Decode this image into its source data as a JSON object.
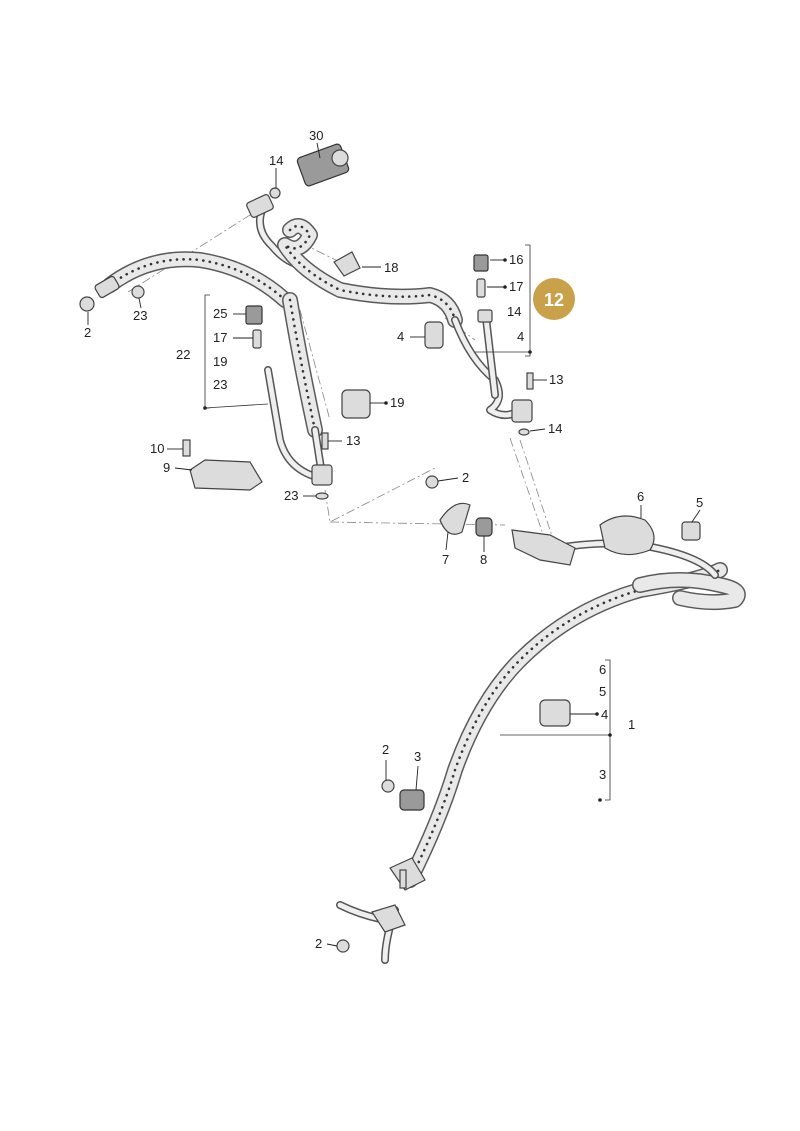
{
  "diagram": {
    "badge": {
      "label": "12",
      "color": "#c9a14a",
      "text_color": "#ffffff"
    },
    "callouts": {
      "c30": "30",
      "c14_top": "14",
      "c18": "18",
      "c16": "16",
      "c17_right": "17",
      "c14_right": "14",
      "c4_right": "4",
      "c4_mid": "4",
      "c2_left": "2",
      "c23_left": "23",
      "c25": "25",
      "c17_left": "17",
      "c22": "22",
      "c19_group": "19",
      "c23_group": "23",
      "c19_part": "19",
      "c13_left": "13",
      "c13_right": "13",
      "c14_lower": "14",
      "c10": "10",
      "c9": "9",
      "c23_lower": "23",
      "c2_mid": "2",
      "c6_top": "6",
      "c5_top": "5",
      "c7": "7",
      "c8": "8",
      "c6_group": "6",
      "c5_group": "5",
      "c4_group": "4",
      "c1": "1",
      "c3_group": "3",
      "c2_lower": "2",
      "c3_part": "3",
      "c2_bottom": "2"
    }
  }
}
